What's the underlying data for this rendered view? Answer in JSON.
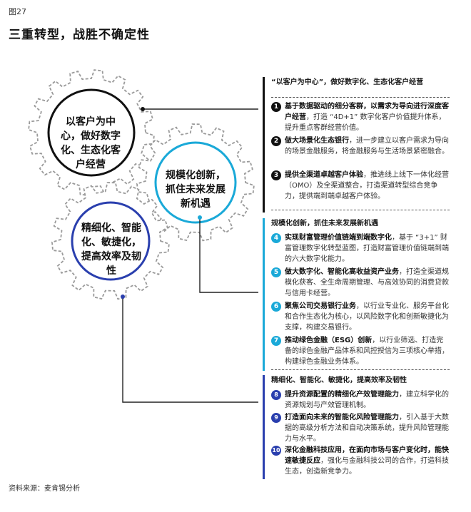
{
  "figure_label": "图27",
  "title": "三重转型，战胜不确定性",
  "source": "资料来源：麦肯锡分析",
  "colors": {
    "dark_gear": "#111111",
    "cyan_gear": "#1aa9d8",
    "blue_gear": "#2a3fae"
  },
  "gears": [
    {
      "text": "以客户为中心，做好数字化、生态化客户经营"
    },
    {
      "text": "规模化创新，抓住未来发展新机遇"
    },
    {
      "text": "精细化、智能化、敏捷化，提高效率及韧性"
    }
  ],
  "sections": [
    {
      "title": "“以客户为中心”，做好数字化、生态化客户经营",
      "items": [
        {
          "num": "1",
          "bold": "基于数据驱动的细分客群，以需求为导向进行深度客户经营",
          "rest": "，打造 “4D+1” 数字化客户价值提升体系，提升重点客群经营价值。"
        },
        {
          "num": "2",
          "bold": "做大场景化生态银行",
          "rest": "，进一步建立以客户需求为导向的场景金融服务，将金融服务与生活场景紧密融合。"
        },
        {
          "num": "3",
          "bold": "提供全渠道卓越客户体验",
          "rest": "，推进线上线下一体化经营（OMO）及全渠道整合，打造渠道转型综合竞争力，提供端到端卓越客户体验。"
        }
      ]
    },
    {
      "title": "规模化创新，抓住未来发展新机遇",
      "items": [
        {
          "num": "4",
          "bold": "实现财富管理价值链端到端数字化",
          "rest": "，基于 “3+1” 财富管理数字化转型蓝图，打造财富管理价值链端到端的六大数字化能力。"
        },
        {
          "num": "5",
          "bold": "做大数字化、智能化高收益资产业务",
          "rest": "，打造全渠道规模化获客、全生命周期管理、与高效协同的消费贷款与信用卡经营。"
        },
        {
          "num": "6",
          "bold": "聚焦公司交易银行业务",
          "rest": "，以行业专业化、服务平台化和合作生态化为核心，以风险数字化和创新敏捷化为支撑，构建交易银行。"
        },
        {
          "num": "7",
          "bold": "推动绿色金融（ESG）创新",
          "rest": "，以行业筛选、打造完备的绿色金融产品体系和风控授信为三项核心举措，构建绿色金融业务体系。"
        }
      ]
    },
    {
      "title": "精细化、智能化、敏捷化，提高效率及韧性",
      "items": [
        {
          "num": "8",
          "bold": "提升资源配置的精细化产效管理能力",
          "rest": "，建立科学化的资源规划与产效管理机制。"
        },
        {
          "num": "9",
          "bold": "打造面向未来的智能化风险管理能力",
          "rest": "，引入基于大数据的高级分析方法和自动决策系统，提升风险管理能力与水平。"
        },
        {
          "num": "10",
          "bold": "深化金融科技应用，在面向市场与客户变化时，能快速敏捷反应",
          "rest": "，强化与金融科技公司的合作，打造科技生态，创造新竞争力。"
        }
      ]
    }
  ]
}
